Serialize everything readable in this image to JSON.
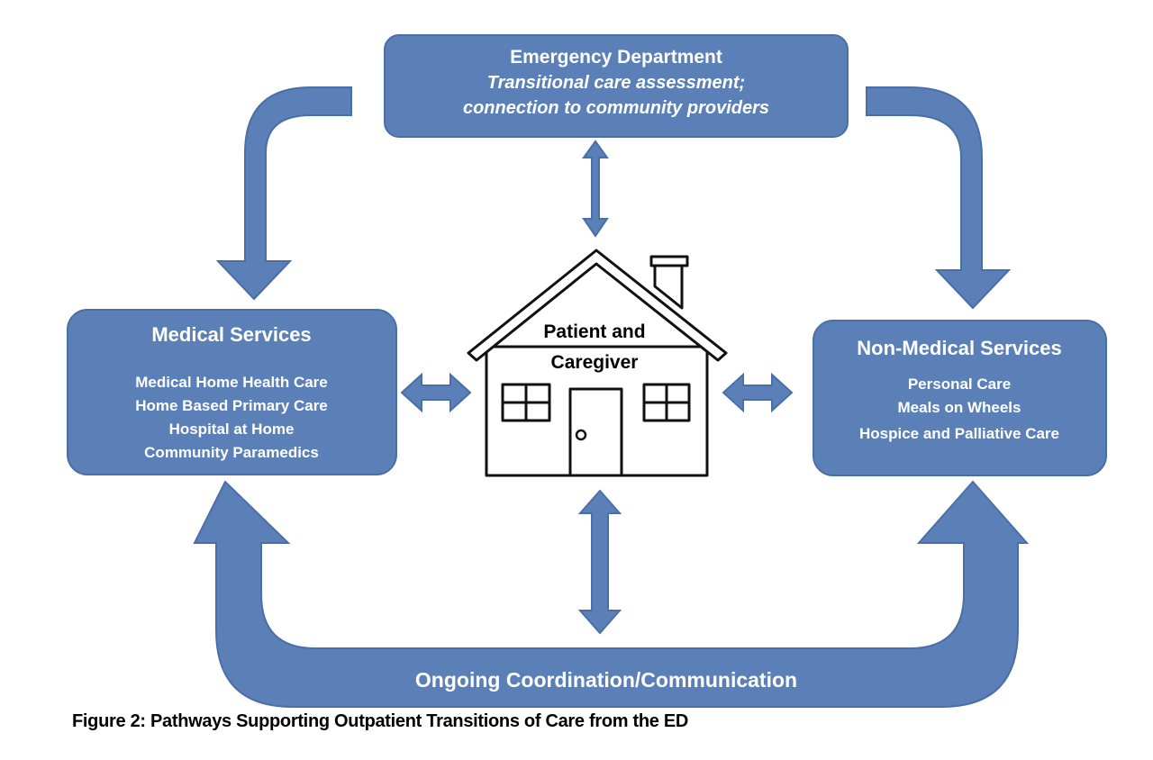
{
  "ed_box": {
    "title": "Emergency Department",
    "subtitle_line1": "Transitional  care assessment;",
    "subtitle_line2": "connection to community providers"
  },
  "medical": {
    "title": "Medical Services",
    "items": [
      "Medical Home Health Care",
      "Home Based Primary Care",
      "Hospital at Home",
      "Community Paramedics"
    ]
  },
  "nonmedical": {
    "title": "Non-Medical Services",
    "items": [
      "Personal Care",
      "Meals on Wheels",
      "Hospice and Palliative Care"
    ]
  },
  "house": {
    "line1": "Patient and",
    "line2": "Caregiver"
  },
  "coordination_label": "Ongoing  Coordination/Communication",
  "caption": "Figure 2: Pathways Supporting Outpatient Transitions of Care from the ED",
  "colors": {
    "box_fill": "#5b80b8",
    "text": "#ffffff"
  }
}
